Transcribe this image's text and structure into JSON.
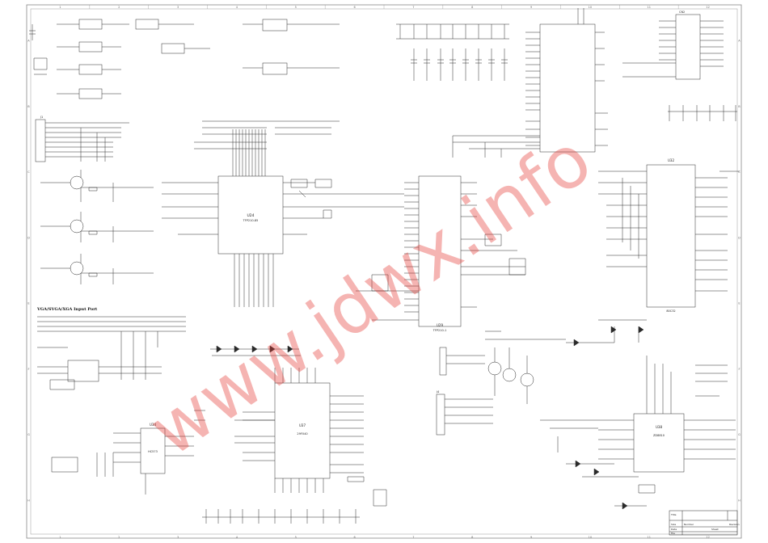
{
  "border": {
    "columns": [
      "1",
      "2",
      "3",
      "4",
      "5",
      "6",
      "7",
      "8",
      "9",
      "10",
      "11",
      "12"
    ],
    "rows": [
      "A",
      "B",
      "C",
      "D",
      "E",
      "F",
      "G",
      "H"
    ]
  },
  "section": {
    "vga_input_port": "VGA/SVGA/XGA Input Port"
  },
  "chips": {
    "u4": {
      "ref": "U24",
      "part": "TFP210-85"
    },
    "u5": {
      "ref": "U29",
      "part": "TFP210-1"
    },
    "u6": {
      "ref": "U32",
      "part": "80C32"
    },
    "u7": {
      "ref": "U34",
      "part": "HC573"
    },
    "u8": {
      "ref": "U37",
      "part": "29F040"
    },
    "u9": {
      "ref": "U38",
      "part": "ZD8810"
    }
  },
  "connectors": {
    "j1": "J1",
    "j2": "J4",
    "j3": "CN2"
  },
  "title_block": {
    "title": "Title",
    "number": "Number",
    "revision": "Revision",
    "size": "Size",
    "date": "Date",
    "file": "File",
    "sheet": "Sheet"
  },
  "watermark": "www.jdwx.info",
  "colors": {
    "ink": "#2a2a2a",
    "frame": "#888888",
    "watermark": "#e53935"
  }
}
